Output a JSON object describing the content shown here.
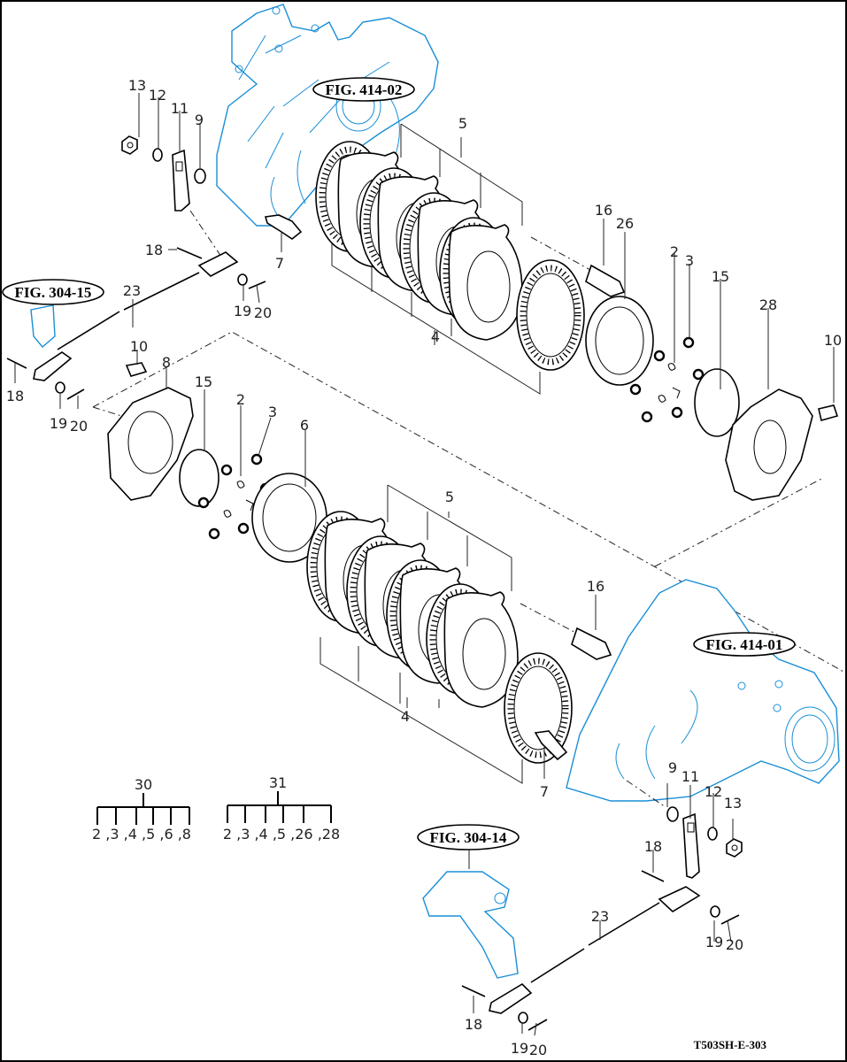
{
  "diagram": {
    "type": "exploded parts diagram",
    "drawing_code": "T503SH-E-303",
    "colors": {
      "line": "#000000",
      "reference_assembly": "#1a8fd6",
      "background": "#ffffff"
    },
    "figure_references": {
      "upper_case": "FIG. 414-02",
      "upper_pedal": "FIG. 304-15",
      "lower_case": "FIG. 414-01",
      "lower_pedal": "FIG. 304-14"
    },
    "callouts": {
      "upper": {
        "nut": "13",
        "washer": "12",
        "lever": "11",
        "seal": "9",
        "shaft": "7",
        "pin": "18",
        "rod": "23",
        "washer2": "19",
        "cotter": "20",
        "plates5": "5",
        "discs4": "4",
        "pin16": "16",
        "plate26": "26",
        "spring2": "2",
        "ball3": "3",
        "snap15": "15",
        "cover28": "28",
        "bolt10": "10"
      },
      "middle": {
        "pin": "18",
        "washer": "19",
        "cotter": "20",
        "bolt10": "10",
        "cover8": "8",
        "snap15": "15",
        "spring2": "2",
        "ball3": "3",
        "plate6": "6"
      },
      "lower": {
        "plates5": "5",
        "pin16": "16",
        "discs4": "4",
        "shaft": "7",
        "seal": "9",
        "lever": "11",
        "washer": "12",
        "nut": "13",
        "pin_top": "18",
        "rod": "23",
        "washer_top": "19",
        "cotter_top": "20",
        "pin_bottom": "18",
        "washer_bottom": "19",
        "cotter_bottom": "20"
      }
    },
    "assemblies": [
      {
        "number": "30",
        "components": [
          "2",
          "3",
          "4",
          "5",
          "6",
          "8"
        ]
      },
      {
        "number": "31",
        "components": [
          "2",
          "3",
          "4",
          "5",
          "26",
          "28"
        ]
      }
    ]
  }
}
